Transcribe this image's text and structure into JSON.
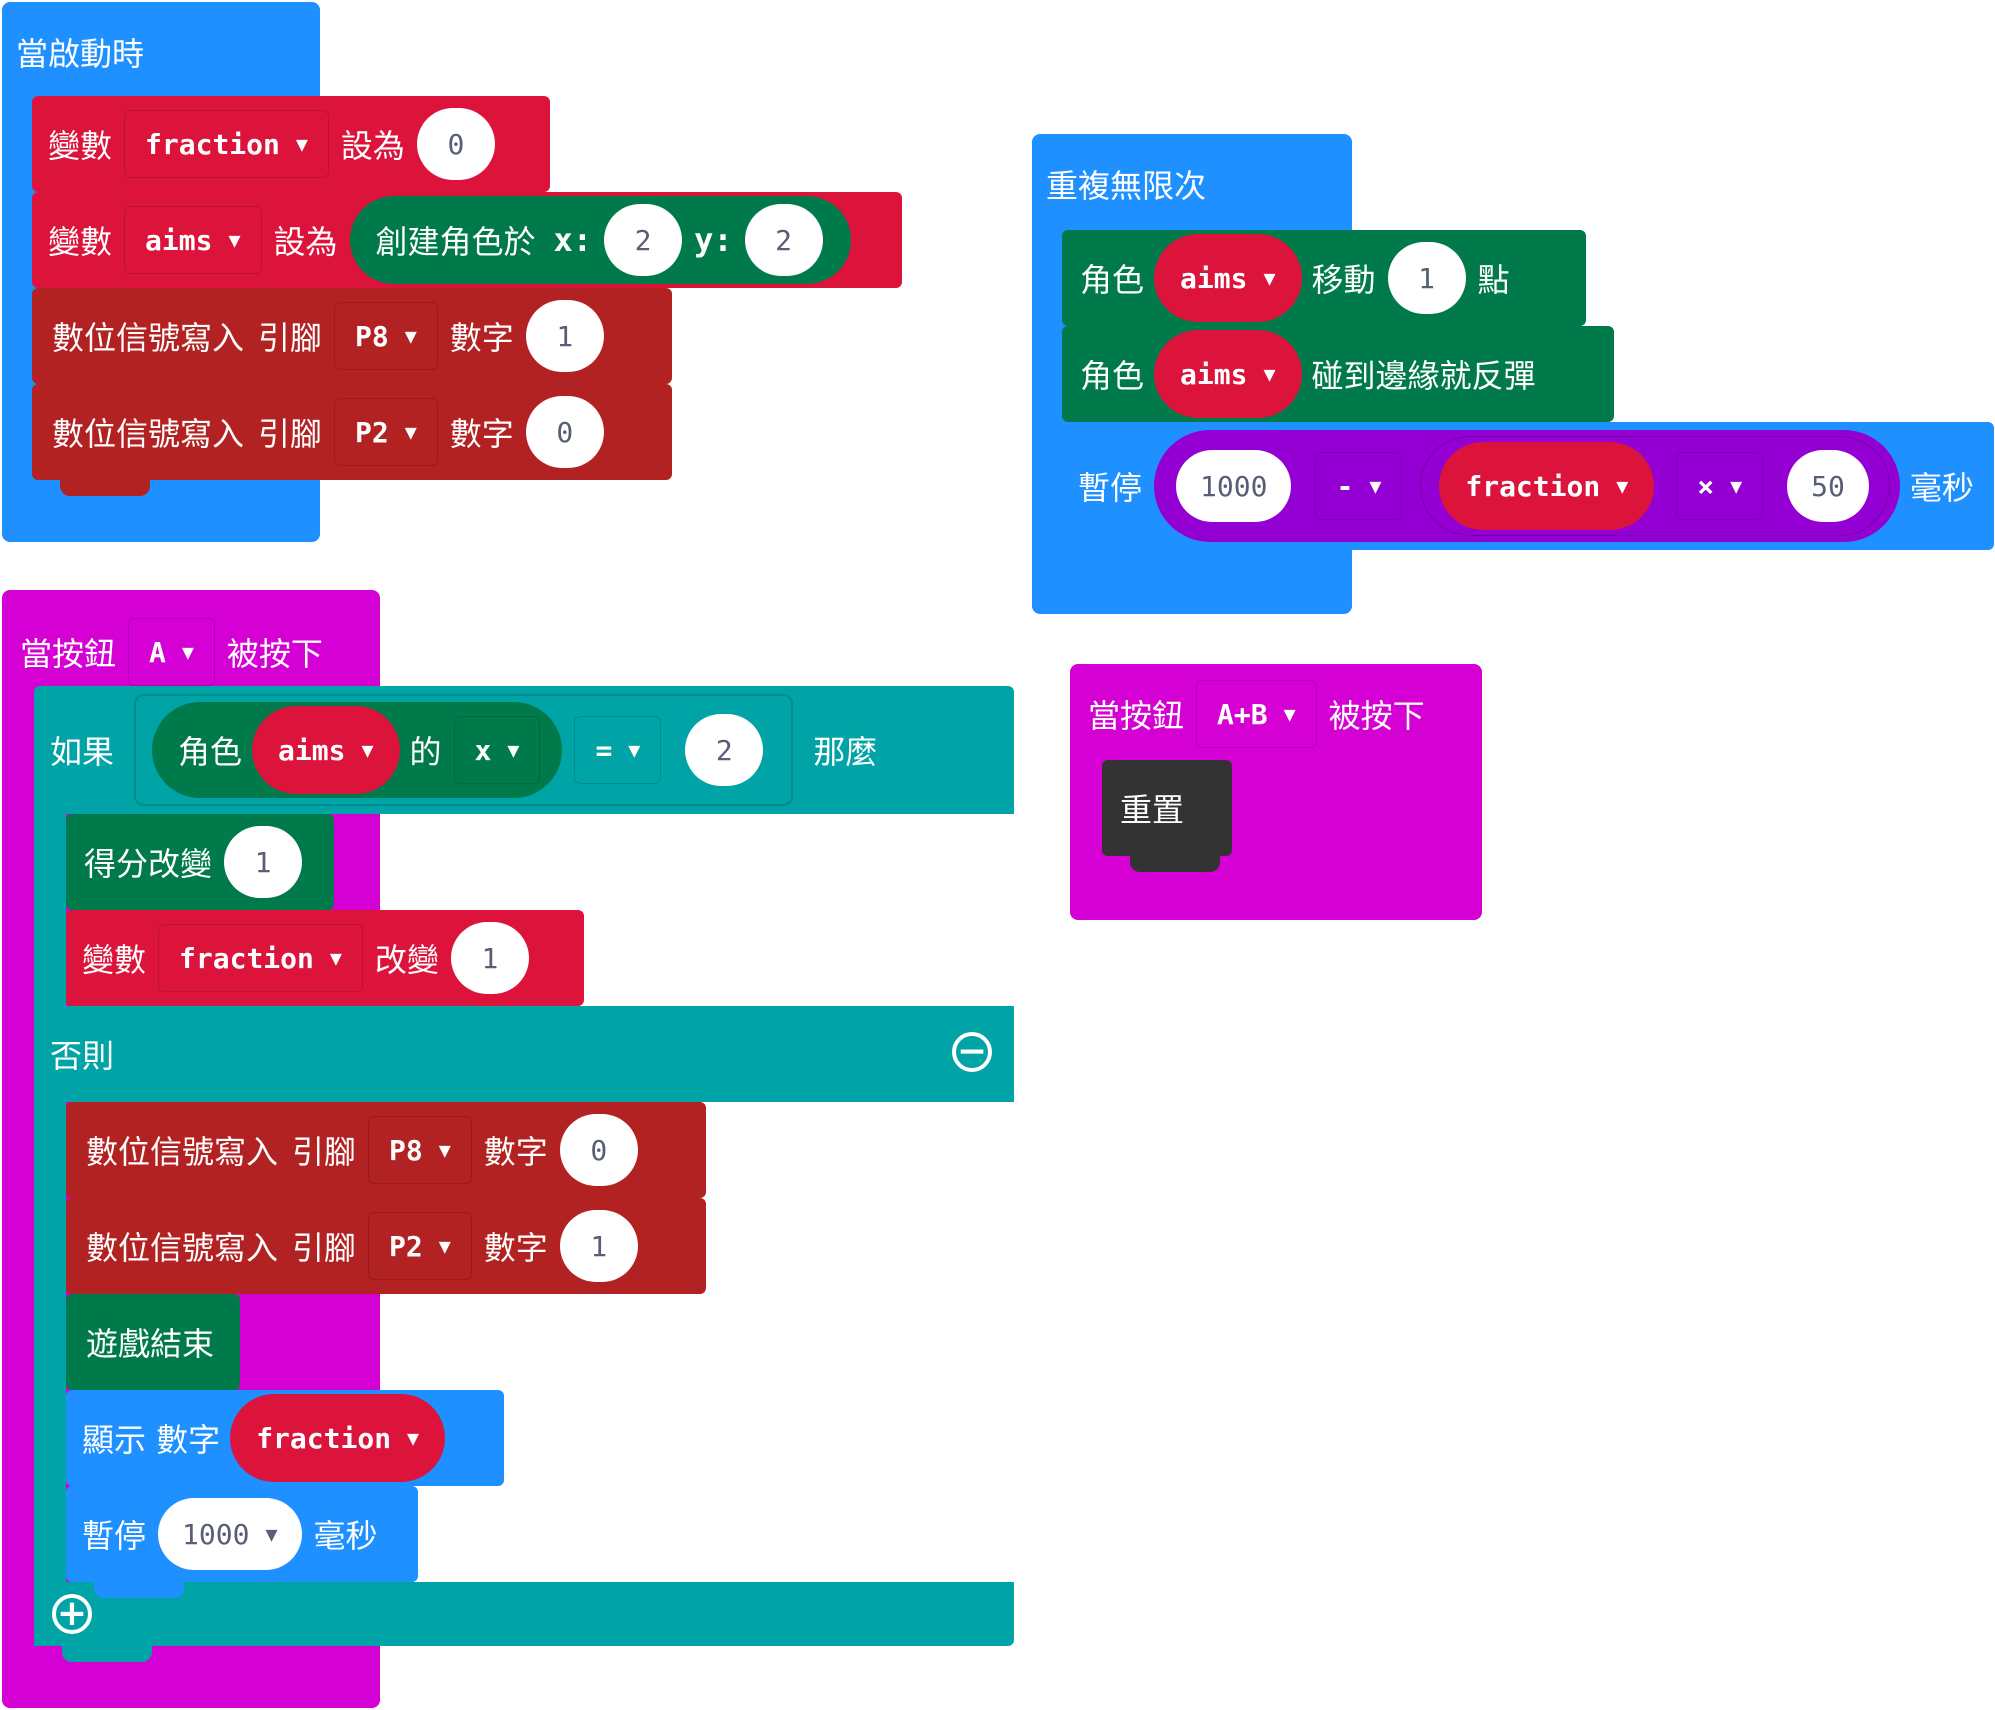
{
  "on_start": {
    "hat": "當啟動時",
    "set_fraction": {
      "var_label": "變數",
      "var": "fraction",
      "set_label": "設為",
      "value": "0"
    },
    "set_aims": {
      "var_label": "變數",
      "var": "aims",
      "set_label": "設為",
      "create": "創建角色於",
      "x_label": "x:",
      "x": "2",
      "y_label": "y:",
      "y": "2"
    },
    "write_p8": {
      "label": "數位信號寫入",
      "pin_label": "引腳",
      "pin": "P8",
      "num_label": "數字",
      "value": "1"
    },
    "write_p2": {
      "label": "數位信號寫入",
      "pin_label": "引腳",
      "pin": "P2",
      "num_label": "數字",
      "value": "0"
    }
  },
  "forever": {
    "hat": "重複無限次",
    "move": {
      "sprite": "角色",
      "var": "aims",
      "label": "移動",
      "value": "1",
      "unit": "點"
    },
    "bounce": {
      "sprite": "角色",
      "var": "aims",
      "label": "碰到邊緣就反彈"
    },
    "pause": {
      "label": "暫停",
      "a": "1000",
      "op1": "-",
      "var": "fraction",
      "op2": "×",
      "b": "50",
      "unit": "毫秒"
    }
  },
  "on_button_a": {
    "hat_prefix": "當按鈕",
    "button": "A",
    "hat_suffix": "被按下",
    "if_label": "如果",
    "cond_sprite": "角色",
    "cond_var": "aims",
    "cond_of": "的",
    "cond_prop": "x",
    "cond_op": "=",
    "cond_value": "2",
    "then": "那麼",
    "score": {
      "label": "得分改變",
      "value": "1"
    },
    "change": {
      "var_label": "變數",
      "var": "fraction",
      "label": "改變",
      "value": "1"
    },
    "else_label": "否則",
    "write_p8": {
      "label": "數位信號寫入",
      "pin_label": "引腳",
      "pin": "P8",
      "num_label": "數字",
      "value": "0"
    },
    "write_p2": {
      "label": "數位信號寫入",
      "pin_label": "引腳",
      "pin": "P2",
      "num_label": "數字",
      "value": "1"
    },
    "game_over": "遊戲結束",
    "show": {
      "label": "顯示 數字",
      "var": "fraction"
    },
    "pause": {
      "label": "暫停",
      "value": "1000",
      "unit": "毫秒"
    }
  },
  "on_button_ab": {
    "hat_prefix": "當按鈕",
    "button": "A+B",
    "hat_suffix": "被按下",
    "reset": "重置"
  },
  "colors": {
    "basic": "#1e90ff",
    "variables": "#dc143c",
    "pins": "#b22222",
    "game": "#007a4b",
    "logic": "#00a4a6",
    "math": "#9400d3",
    "input": "#d400d4",
    "control": "#333333"
  },
  "icons": {
    "dropdown": "dropdown-arrow-icon",
    "remove": "minus-circle-icon",
    "add": "plus-circle-icon"
  }
}
